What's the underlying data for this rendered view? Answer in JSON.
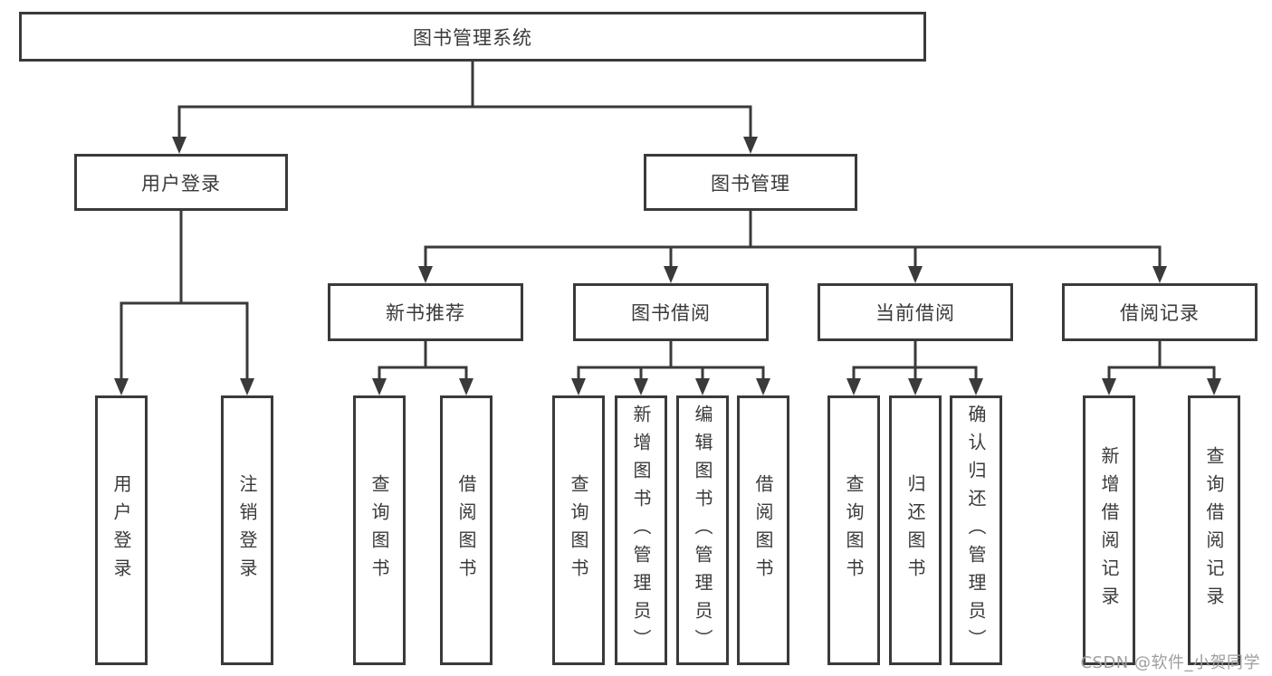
{
  "colors": {
    "line": "#3a3a3a",
    "text": "#3a3a3a",
    "watermark": "#9e9e9e",
    "background": "#ffffff"
  },
  "watermark": {
    "text": "CSDN @软件_小贺同学"
  },
  "tree": {
    "root": {
      "label": "图书管理系统"
    },
    "branches": [
      {
        "label": "用户登录",
        "children": [
          "用户登录",
          "注销登录"
        ]
      },
      {
        "label": "图书管理",
        "sections": [
          {
            "label": "新书推荐",
            "children": [
              "查询图书",
              "借阅图书"
            ]
          },
          {
            "label": "图书借阅",
            "children": [
              "查询图书",
              "新增图书（管理员）",
              "编辑图书（管理员）",
              "借阅图书"
            ]
          },
          {
            "label": "当前借阅",
            "children": [
              "查询图书",
              "归还图书",
              "确认归还（管理员）"
            ]
          },
          {
            "label": "借阅记录",
            "children": [
              "新增借阅记录",
              "查询借阅记录"
            ]
          }
        ]
      }
    ]
  }
}
